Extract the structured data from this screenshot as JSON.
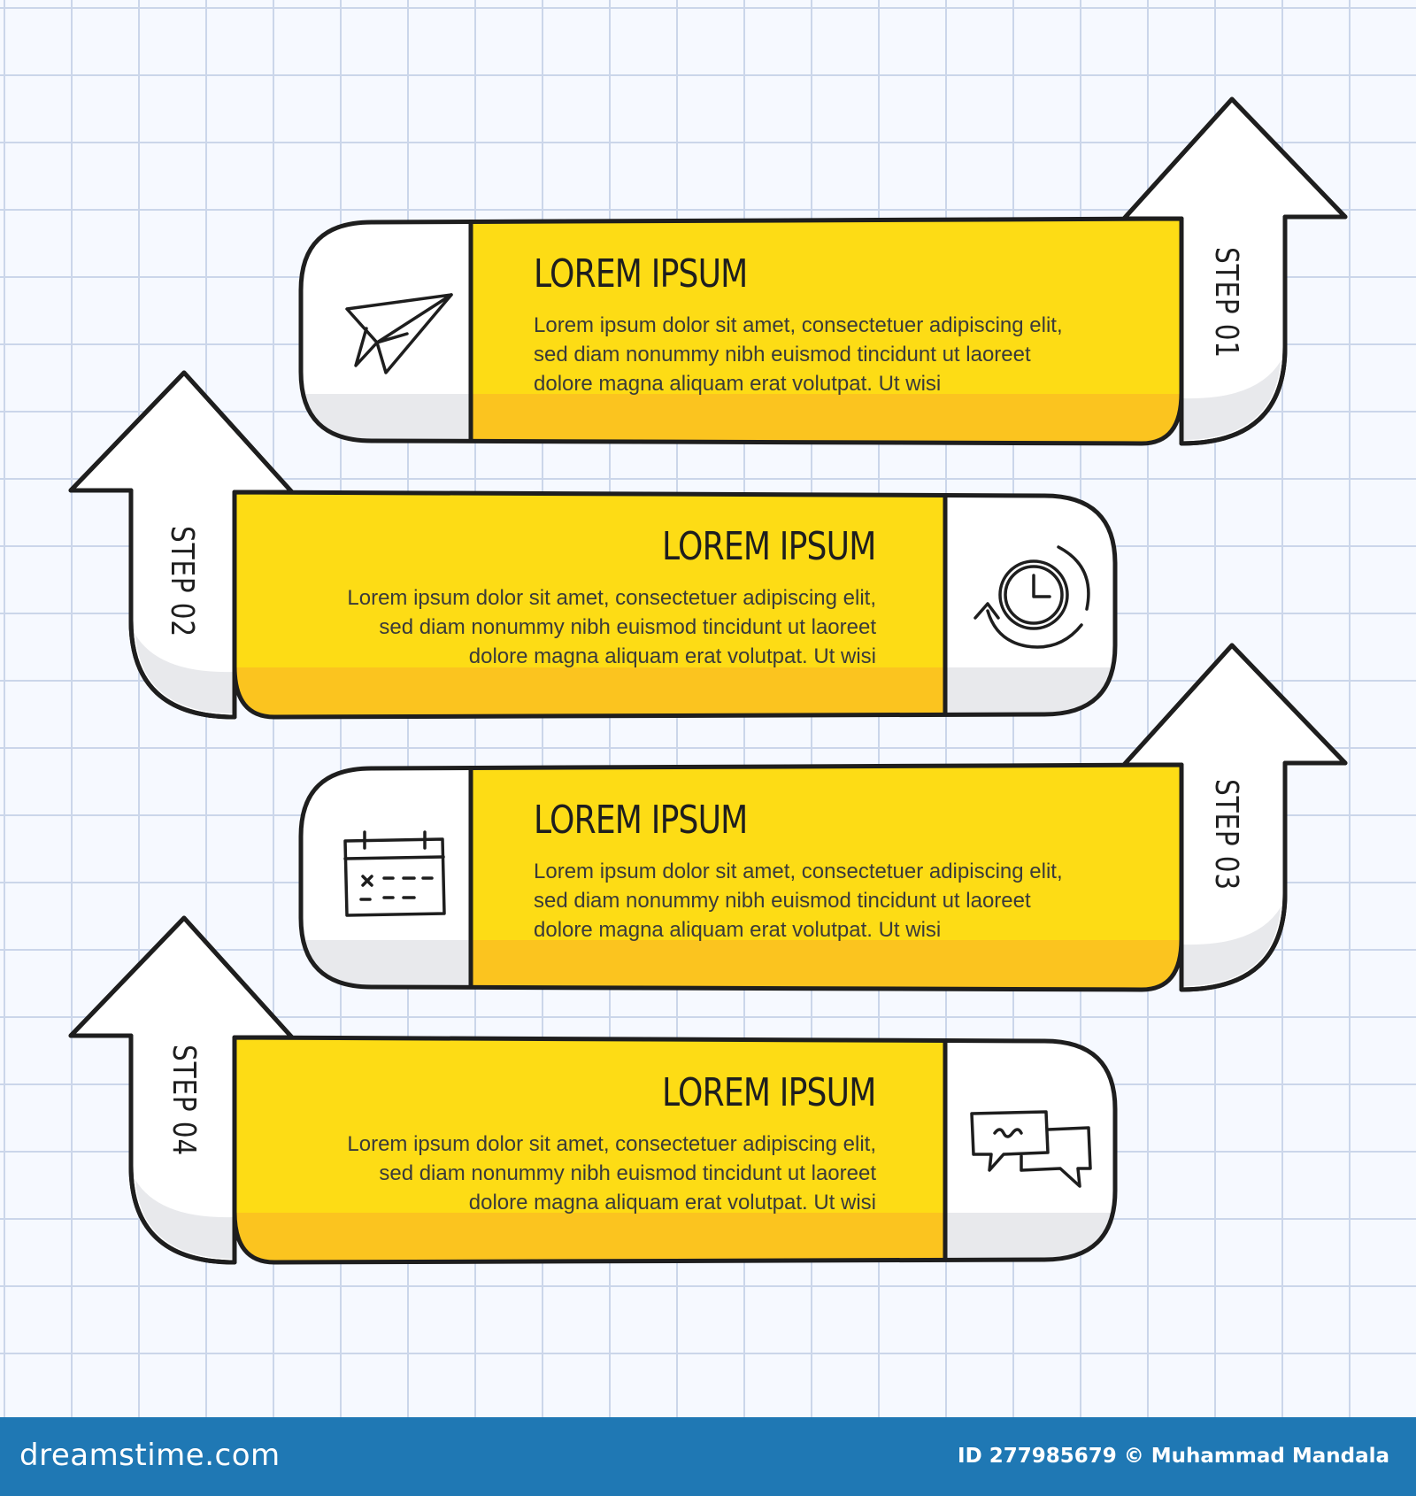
{
  "steps": [
    {
      "title": "LOREM IPSUM",
      "body": "Lorem ipsum dolor sit amet, consectetuer adipiscing elit, sed diam nonummy nibh euismod tincidunt ut laoreet dolore magna aliquam erat volutpat. Ut wisi",
      "label": "STEP 01",
      "icon": "paper-plane-icon"
    },
    {
      "title": "LOREM IPSUM",
      "body": "Lorem ipsum dolor sit amet, consectetuer adipiscing elit, sed diam nonummy nibh euismod tincidunt ut laoreet dolore magna aliquam erat volutpat. Ut wisi",
      "label": "STEP 02",
      "icon": "clock-refresh-icon"
    },
    {
      "title": "LOREM IPSUM",
      "body": "Lorem ipsum dolor sit amet, consectetuer adipiscing elit, sed diam nonummy nibh euismod tincidunt ut laoreet dolore magna aliquam erat volutpat. Ut wisi",
      "label": "STEP 03",
      "icon": "calendar-icon"
    },
    {
      "title": "LOREM IPSUM",
      "body": "Lorem ipsum dolor sit amet, consectetuer adipiscing elit, sed diam nonummy nibh euismod tincidunt ut laoreet dolore magna aliquam erat volutpat. Ut wisi",
      "label": "STEP 04",
      "icon": "chat-bubbles-icon"
    }
  ],
  "colors": {
    "band_yellow": "#fddc15",
    "band_yellow_shade": "#fbc41f",
    "outline": "#1e1e1e",
    "white_shade": "#e8e9ec",
    "grid": "#cbd6ea",
    "footer": "#1f78b4"
  },
  "footer": {
    "site": "dreamstime.com",
    "credit": "ID 277985679 © Muhammad Mandala"
  }
}
